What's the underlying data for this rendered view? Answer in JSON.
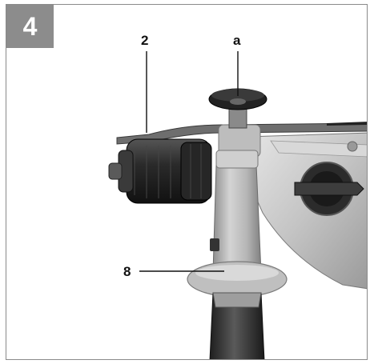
{
  "figure": {
    "number": "4",
    "callouts": [
      {
        "id": "depth-stop",
        "label": "2"
      },
      {
        "id": "depth-stop-knob",
        "label": "a"
      },
      {
        "id": "auxiliary-handle",
        "label": "8"
      }
    ]
  },
  "colors": {
    "badge": "#8c8c8c",
    "frame": "#8a8a8a",
    "housing": "#c9c9c9",
    "chuck": "#1e1e1e",
    "grip": "#3a3a3a"
  }
}
